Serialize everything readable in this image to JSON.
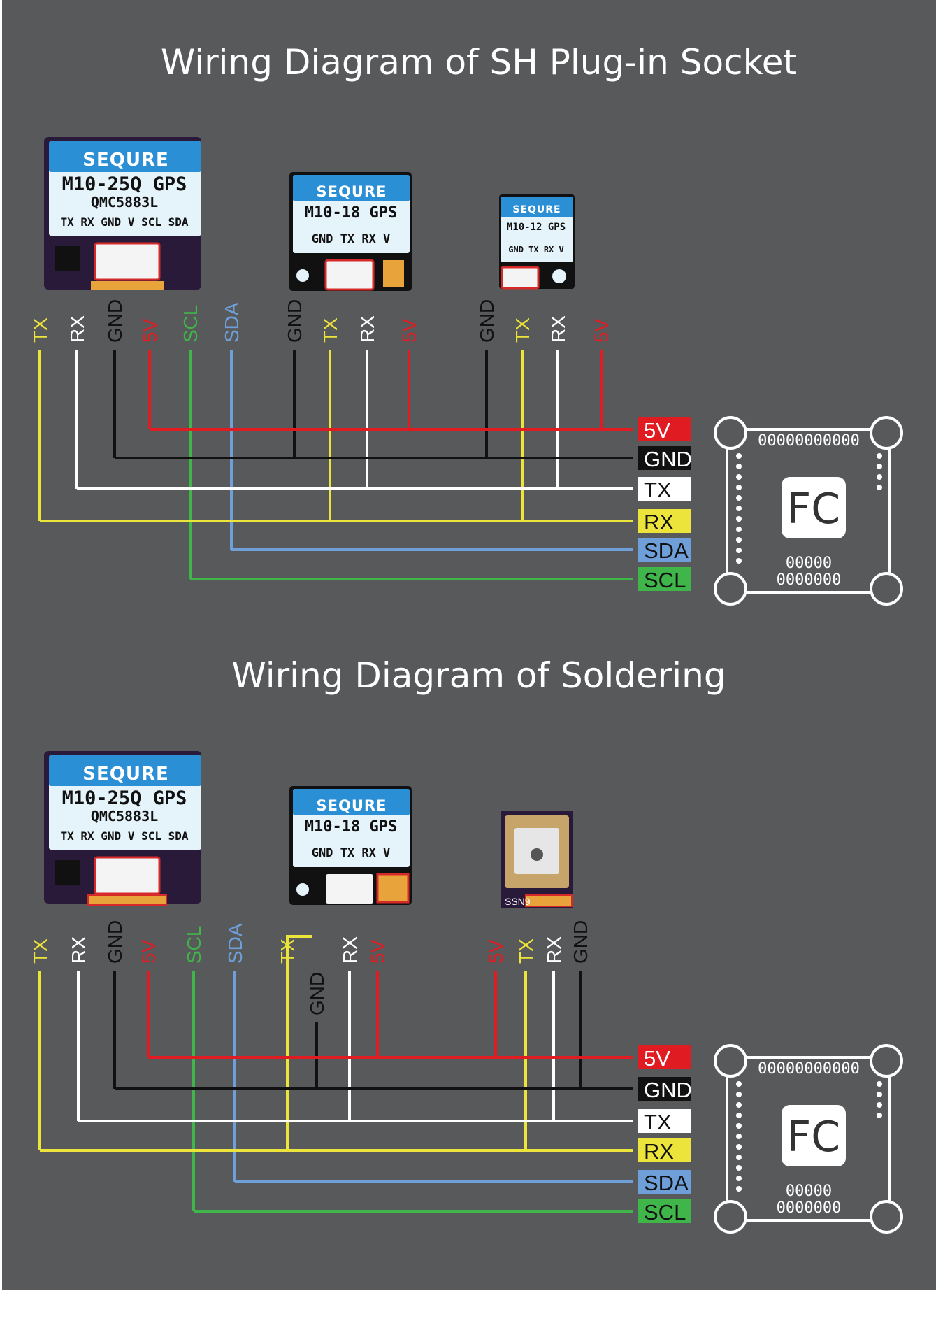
{
  "sections": [
    {
      "title": "Wiring Diagram of SH Plug-in Socket",
      "modules": [
        {
          "brand": "SEQURE",
          "model": "M10-25Q GPS",
          "sub": "QMC5883L",
          "pins": "TX RX GND V SCL SDA"
        },
        {
          "brand": "SEQURE",
          "model": "M10-18 GPS",
          "pins": "GND TX RX V"
        },
        {
          "brand": "SEQURE",
          "model": "M10-12 GPS",
          "pins": "GND TX RX V"
        }
      ],
      "wire_labels": [
        "TX",
        "RX",
        "GND",
        "5V",
        "SCL",
        "SDA",
        "GND",
        "TX",
        "RX",
        "5V",
        "GND",
        "TX",
        "RX",
        "5V"
      ],
      "fc_pins": [
        "5V",
        "GND",
        "TX",
        "RX",
        "SDA",
        "SCL"
      ],
      "fc_label": "FC",
      "fc_dots": {
        "top": "00000000000",
        "bottom_row1": "00000",
        "bottom_row2": "0000000"
      }
    },
    {
      "title": "Wiring Diagram of Soldering",
      "modules": [
        {
          "brand": "SEQURE",
          "model": "M10-25Q GPS",
          "sub": "QMC5883L",
          "pins": "TX RX GND V SCL SDA"
        },
        {
          "brand": "SEQURE",
          "model": "M10-18 GPS",
          "pins": "GND TX RX V"
        },
        {
          "marking": "SSN9"
        }
      ],
      "wire_labels": [
        "TX",
        "RX",
        "GND",
        "5V",
        "SCL",
        "SDA",
        "TX",
        "GND",
        "RX",
        "5V",
        "5V",
        "TX",
        "RX",
        "GND"
      ],
      "fc_pins": [
        "5V",
        "GND",
        "TX",
        "RX",
        "SDA",
        "SCL"
      ],
      "fc_label": "FC",
      "fc_dots": {
        "top": "00000000000",
        "bottom_row1": "00000",
        "bottom_row2": "0000000"
      }
    }
  ],
  "colors": {
    "background": "#58595b",
    "5V": "#e11b22",
    "GND": "#111111",
    "TX": "#ffffff",
    "RX": "#ece43a",
    "SDA": "#6f9fd8",
    "SCL": "#3fb54a",
    "pcb": "#2a1a3a",
    "label": "#e5f3fb"
  }
}
